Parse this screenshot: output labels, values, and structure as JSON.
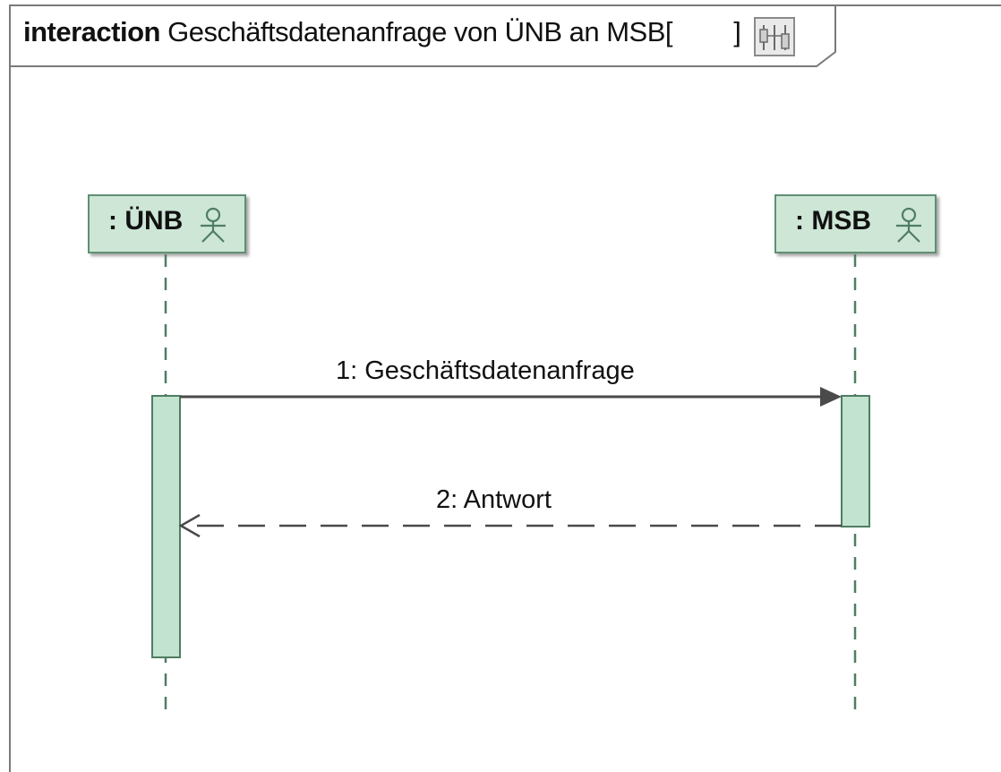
{
  "frame": {
    "keyword": "interaction",
    "name": "Geschäftsdatenanfrage von ÜNB an MSB",
    "bracket_open": "[",
    "bracket_close": "]",
    "diagram_icon": "sequence-diagram-icon"
  },
  "lifelines": [
    {
      "label": ": ÜNB",
      "icon": "actor-icon"
    },
    {
      "label": ": MSB",
      "icon": "actor-icon"
    }
  ],
  "messages": [
    {
      "label": "1:  Geschäftsdatenanfrage",
      "kind": "synchronous",
      "from": ": ÜNB",
      "to": ": MSB"
    },
    {
      "label": "2:  Antwort",
      "kind": "reply",
      "from": ": MSB",
      "to": ": ÜNB"
    }
  ],
  "colors": {
    "lifeline_fill": "#cde6d6",
    "lifeline_border": "#5f8f73",
    "activation_fill": "#c2e3cf",
    "line": "#4a4a4a",
    "frame_border": "#7a7a7a"
  }
}
